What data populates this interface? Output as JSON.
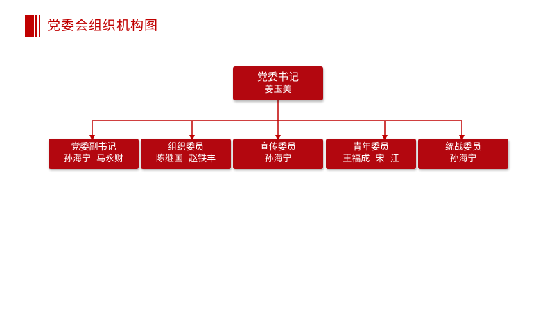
{
  "page": {
    "title": "党委会组织机构图"
  },
  "colors": {
    "accent": "#c00000",
    "node_fill": "#b3070f",
    "connector": "#c00000",
    "text_on_node": "#ffffff"
  },
  "org_chart": {
    "root": {
      "role": "党委书记",
      "names": "姜玉美"
    },
    "children": [
      {
        "role": "党委副书记",
        "names": "孙海宁  马永财"
      },
      {
        "role": "组织委员",
        "names": "陈继国  赵铁丰"
      },
      {
        "role": "宣传委员",
        "names": "孙海宁"
      },
      {
        "role": "青年委员",
        "names": "王福成  宋  江"
      },
      {
        "role": "统战委员",
        "names": "孙海宁"
      }
    ]
  }
}
